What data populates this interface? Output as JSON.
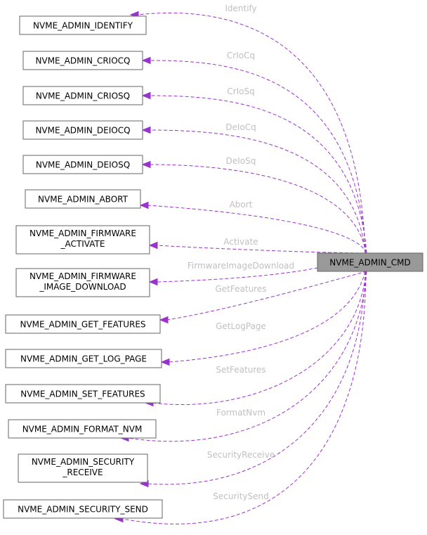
{
  "center": {
    "label": "NVME_ADMIN_CMD"
  },
  "nodes": [
    {
      "lines": [
        "NVME_ADMIN_IDENTIFY"
      ],
      "edge_label": "Identify"
    },
    {
      "lines": [
        "NVME_ADMIN_CRIOCQ"
      ],
      "edge_label": "CrIoCq"
    },
    {
      "lines": [
        "NVME_ADMIN_CRIOSQ"
      ],
      "edge_label": "CrIoSq"
    },
    {
      "lines": [
        "NVME_ADMIN_DEIOCQ"
      ],
      "edge_label": "DeIoCq"
    },
    {
      "lines": [
        "NVME_ADMIN_DEIOSQ"
      ],
      "edge_label": "DeIoSq"
    },
    {
      "lines": [
        "NVME_ADMIN_ABORT"
      ],
      "edge_label": "Abort"
    },
    {
      "lines": [
        "NVME_ADMIN_FIRMWARE",
        "_ACTIVATE"
      ],
      "edge_label": "Activate"
    },
    {
      "lines": [
        "NVME_ADMIN_FIRMWARE",
        "_IMAGE_DOWNLOAD"
      ],
      "edge_label": "FirmwareImageDownload"
    },
    {
      "lines": [
        "NVME_ADMIN_GET_FEATURES"
      ],
      "edge_label": "GetFeatures"
    },
    {
      "lines": [
        "NVME_ADMIN_GET_LOG_PAGE"
      ],
      "edge_label": "GetLogPage"
    },
    {
      "lines": [
        "NVME_ADMIN_SET_FEATURES"
      ],
      "edge_label": "SetFeatures"
    },
    {
      "lines": [
        "NVME_ADMIN_FORMAT_NVM"
      ],
      "edge_label": "FormatNvm"
    },
    {
      "lines": [
        "NVME_ADMIN_SECURITY",
        "_RECEIVE"
      ],
      "edge_label": "SecurityReceive"
    },
    {
      "lines": [
        "NVME_ADMIN_SECURITY_SEND"
      ],
      "edge_label": "SecuritySend"
    }
  ],
  "colors": {
    "edge": "#9a32cd",
    "edge_label": "#c0c0c0",
    "center_fill": "#999999",
    "node_border": "#666666"
  }
}
